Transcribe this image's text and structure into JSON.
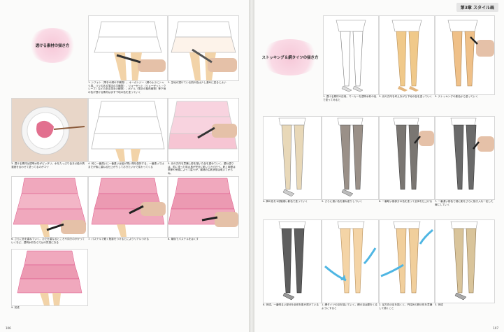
{
  "left_page": {
    "section_title": "透ける素材の描き方",
    "page_number": "106",
    "steps": [
      {
        "caption": "1. シフォン（薄手の絹の平織物）、オーガンジー（絹のようにシャリ感、ハリのある薄手の平織物）、ジョーゼット（ジョーゼット・クレープ）などのある薄手の織物）、ボイル（薄手の粗布織物）等下地の色が透ける素材はまず下地の色を塗っていく"
      },
      {
        "caption": "2. 生地が透けている肌の色は少し濃めに塗るとよい"
      },
      {
        "caption": "3. 透ける素材は透明水彩がピッタリ。水をたっぷり含ませ絵の具濃度を合わせて塗ってるのがコツ"
      },
      {
        "caption": "4. 何に一番遠いに一番遠いは絵が薄い湖を保持する。一番遠ってはまだが後に重ねる仕上がりしておきたいかで変わってくる"
      },
      {
        "caption": "5. 光の方向を意識し影を描いた色を重ねていく。重ね塗りは、前に塗った肌の具が完全に乾いてから行う。乾く時間は季節や気候によって違うが、最適の生乾状態は乾いてからね。"
      },
      {
        "caption": "6. さらに色を重ねていく。ひだを重なるところや向きのかかっていくなど、透明水彩ならではの質感になる"
      },
      {
        "caption": "7. パステルで軽く陰影をつけるとによりリアルつける"
      },
      {
        "caption": "8. 最後でパステルをはくす"
      },
      {
        "caption": "9. 完成"
      }
    ]
  },
  "right_page": {
    "chapter_label": "第3章 スタイル画",
    "section_title": "ストッキング＆網タイツの描き方",
    "page_number": "107",
    "steps": [
      {
        "caption": "1. 透ける素材の応用。マーカーを透明水彩の色で塗ってみると"
      },
      {
        "caption": "2. 光の方向を考えながら下地の色を塗っていく"
      },
      {
        "caption": "3. ストッキングの影色から塗っていく"
      },
      {
        "caption": "4. 脚の色を1段階濃い影色で塗っていく"
      },
      {
        "caption": "5. さらに濃い色を重ね塗りしていく"
      },
      {
        "caption": "6. 一番暗い影部分の色を塗って全体を仕上げる"
      },
      {
        "caption": "7. 一番濃い影色で細に影をさらに描き入れ一定した線にしていく"
      },
      {
        "caption": "8. 完成。一番明るい部分を全体を肌が透けている"
      },
      {
        "caption": "1. 網タイツの目を描いていく。網の目は膝をくるようにすると"
      },
      {
        "caption": "2. 足方向の目を描くと、円柱状の脚の形を意識して描くこと"
      },
      {
        "caption": "3. 完成"
      }
    ]
  },
  "colors": {
    "skin": "#f2d3a8",
    "pink": "#f0a8bd",
    "badge_pink": "#f6c8d8",
    "stocking_dark": "#6a6a6a",
    "stocking_tan": "#e3b67e",
    "arrow_blue": "#4fb6e3"
  }
}
